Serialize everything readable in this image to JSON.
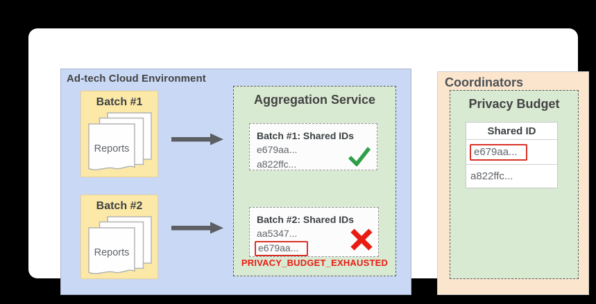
{
  "adtech_env": {
    "title": "Ad-tech Cloud Environment",
    "batches": [
      {
        "label": "Batch #1",
        "documents_label": "Reports"
      },
      {
        "label": "Batch #2",
        "documents_label": "Reports"
      }
    ]
  },
  "aggregation_service": {
    "title": "Aggregation Service",
    "batch_results": [
      {
        "title": "Batch #1: Shared IDs",
        "shared_ids": [
          "e679aa...",
          "a822ffc..."
        ],
        "status": "accepted",
        "status_icon": "checkmark-icon"
      },
      {
        "title": "Batch #2: Shared IDs",
        "shared_ids": [
          "aa5347...",
          "e679aa..."
        ],
        "status": "rejected",
        "status_icon": "x-icon",
        "flagged_id": "e679aa..."
      }
    ],
    "error_message": "PRIVACY_BUDGET_EXHAUSTED"
  },
  "coordinators": {
    "title": "Coordinators",
    "privacy_budget": {
      "title": "Privacy Budget",
      "table": {
        "header": "Shared ID",
        "rows": [
          {
            "shared_id": "e679aa...",
            "flagged": true
          },
          {
            "shared_id": "a822ffc...",
            "flagged": false
          }
        ]
      }
    }
  },
  "colors": {
    "adtech_bg": "#c9d8f4",
    "batch_bg": "#fce9a8",
    "service_bg": "#d9ead3",
    "coordinators_bg": "#fce5cd",
    "success_green": "#2f9e49",
    "error_red": "#e81c12",
    "flag_red": "#d93025",
    "title_gray": "#434343",
    "body_gray": "#5f6368",
    "arrow_gray": "#5b5e63"
  }
}
